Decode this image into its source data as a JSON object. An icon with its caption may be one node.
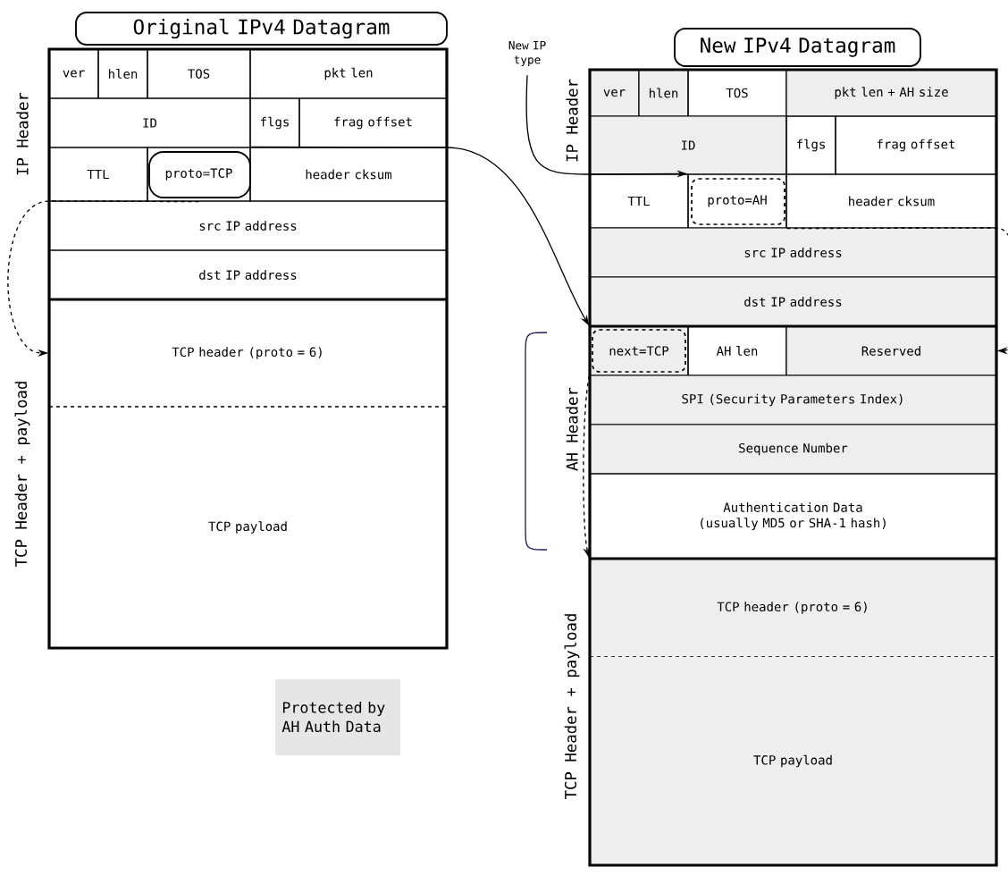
{
  "diagram": {
    "nodes": [
      {
        "text": [
          "Original IPv4 Datagram"
        ]
      },
      {
        "text": [
          "ver"
        ]
      },
      {
        "text": [
          "hlen"
        ]
      },
      {
        "text": [
          "TOS"
        ]
      },
      {
        "text": [
          "pkt len"
        ]
      },
      {
        "text": [
          "ID"
        ]
      },
      {
        "text": [
          "flgs"
        ]
      },
      {
        "text": [
          "frag offset"
        ]
      },
      {
        "text": [
          "TTL"
        ]
      },
      {
        "text": [
          "proto=TCP"
        ]
      },
      {
        "text": [
          "header cksum"
        ]
      },
      {
        "text": [
          "src IP address"
        ]
      },
      {
        "text": [
          "dst IP address"
        ]
      },
      {
        "text": [
          "TCP header (proto = 6)"
        ]
      },
      {
        "text": [
          "TCP payload"
        ]
      },
      {
        "text": [
          "New IPv4 Datagram"
        ]
      },
      {
        "text": [
          "New IP type"
        ]
      },
      {
        "text": [
          "ver"
        ]
      },
      {
        "text": [
          "hlen"
        ]
      },
      {
        "text": [
          "TOS"
        ]
      },
      {
        "text": [
          "pkt len + AH size"
        ]
      },
      {
        "text": [
          "ID"
        ]
      },
      {
        "text": [
          "flgs"
        ]
      },
      {
        "text": [
          "frag offset"
        ]
      },
      {
        "text": [
          "TTL"
        ]
      },
      {
        "text": [
          "proto=AH"
        ]
      },
      {
        "text": [
          "header cksum"
        ]
      },
      {
        "text": [
          "src IP address"
        ]
      },
      {
        "text": [
          "dst IP address"
        ]
      },
      {
        "text": [
          "next=TCP"
        ]
      },
      {
        "text": [
          "AH len"
        ]
      },
      {
        "text": [
          "Reserved"
        ]
      },
      {
        "text": [
          "SPI (Security Parameters Index)"
        ]
      },
      {
        "text": [
          "Sequence Number"
        ]
      },
      {
        "text": [
          "Authentication Data (usually MD5 or SHA-1 hash)"
        ]
      },
      {
        "text": [
          "TCP header (proto = 6)"
        ]
      },
      {
        "text": [
          "TCP payload"
        ]
      }
    ],
    "edges": [
      {
        "from": 9,
        "to": 29,
        "arrow": "to"
      },
      {
        "from": 9,
        "to": 13,
        "arrow": "to",
        "style": "dashed"
      },
      {
        "from": 16,
        "to": 25,
        "arrow": "to"
      },
      {
        "from": 25,
        "to": 31,
        "arrow": "to",
        "style": "dashed"
      },
      {
        "from": 29,
        "to": 35,
        "arrow": "to",
        "style": "dashed"
      }
    ],
    "labels": [
      "IP Header",
      "TCP Header + payload",
      "IP Header",
      "AH Header",
      "TCP Header + payload"
    ],
    "legend": [
      {
        "text": "Protected by AH Auth Data",
        "color": "#e6e6e6"
      }
    ]
  }
}
